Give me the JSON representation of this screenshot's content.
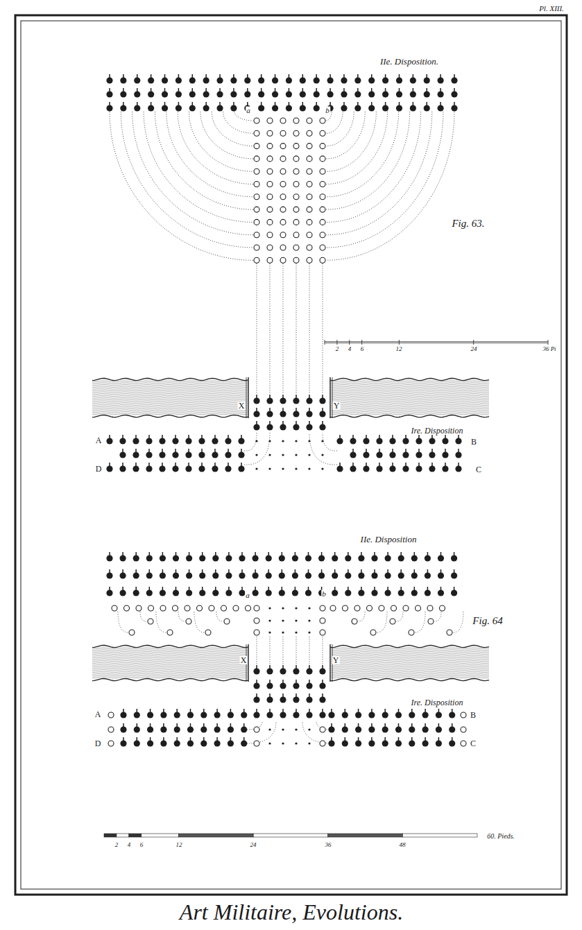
{
  "diagram": {
    "title": "Art Militaire, Evolutions.",
    "labels": [
      "Pl. XIII.",
      "IIe. Disposition.",
      "a",
      "b",
      "Fig. 63.",
      "2",
      "4",
      "6",
      "12",
      "24",
      "36 Pi",
      "X",
      "Y",
      "Ire. Disposition",
      "A",
      "B",
      "D",
      "C",
      "IIe. Disposition",
      "a",
      "b",
      "Fig. 64",
      "X",
      "Y",
      "Ire. Disposition",
      "A",
      "B",
      "D",
      "C",
      "2",
      "4",
      "6",
      "12",
      "24",
      "36",
      "48",
      "60. Pieds."
    ]
  }
}
